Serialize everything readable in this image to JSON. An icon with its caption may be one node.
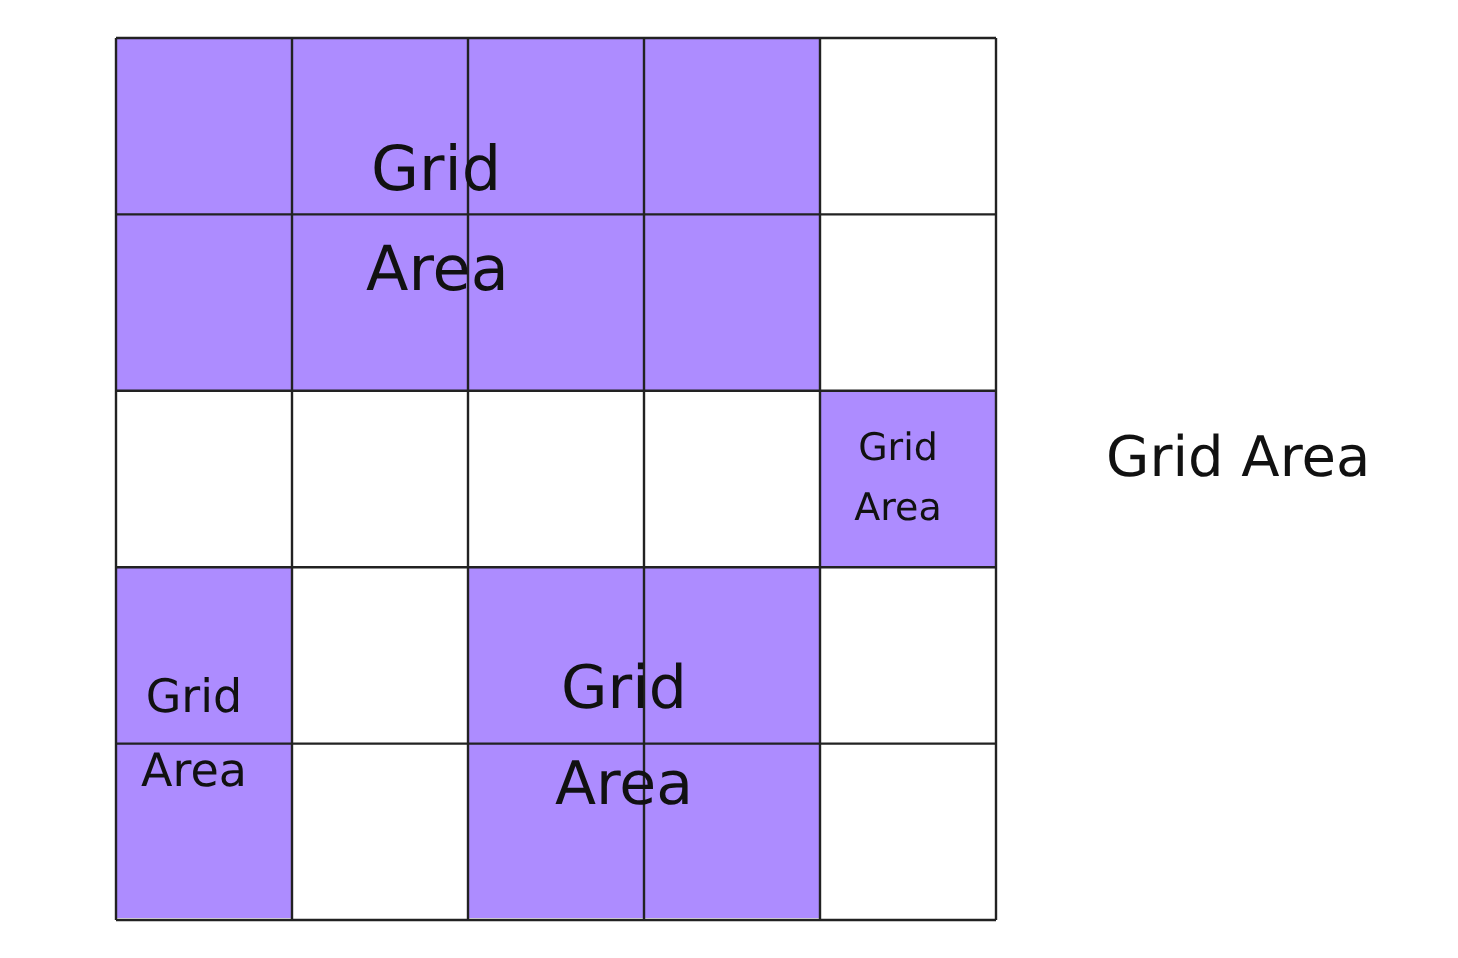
{
  "diagram": {
    "nodes": [
      {
        "text": [
          "Grid Area"
        ]
      },
      {
        "text": [
          "Grid Area"
        ]
      },
      {
        "text": [
          "Grid Area"
        ]
      },
      {
        "text": [
          "Grid Area"
        ]
      }
    ],
    "labels": [
      "Grid Area"
    ]
  }
}
